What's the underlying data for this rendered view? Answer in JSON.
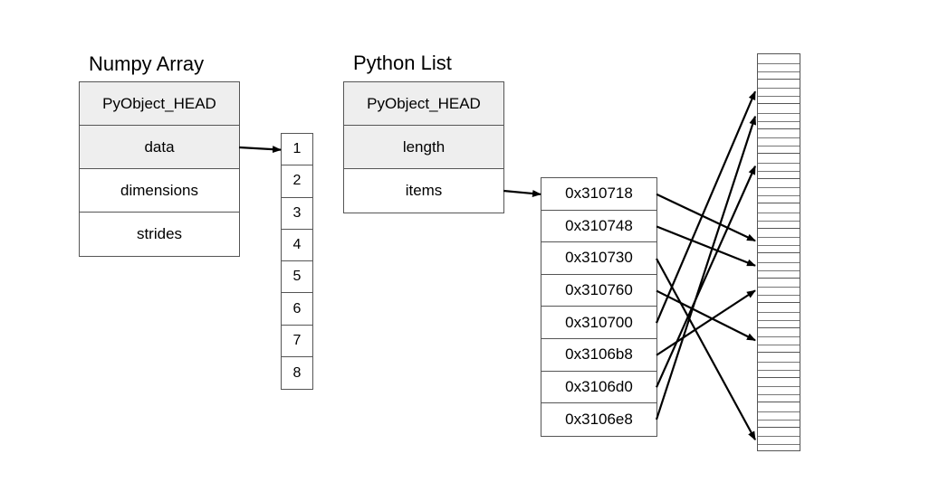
{
  "numpy_array": {
    "title": "Numpy Array",
    "fields": [
      "PyObject_HEAD",
      "data",
      "dimensions",
      "strides"
    ]
  },
  "data_buffer": {
    "values": [
      "1",
      "2",
      "3",
      "4",
      "5",
      "6",
      "7",
      "8"
    ]
  },
  "python_list": {
    "title": "Python List",
    "fields": [
      "PyObject_HEAD",
      "length",
      "items"
    ]
  },
  "pointers": {
    "addresses": [
      "0x310718",
      "0x310748",
      "0x310730",
      "0x310760",
      "0x310700",
      "0x3106b8",
      "0x3106d0",
      "0x3106e8"
    ]
  },
  "python_objects": {
    "count": 16
  },
  "edges": [
    {
      "from": "numpy.data",
      "to": "buffer.1"
    },
    {
      "from": "list.items",
      "to": "pointer.0x310718"
    },
    {
      "from": "pointer.0x310718",
      "to": "object.7"
    },
    {
      "from": "pointer.0x310748",
      "to": "object.8"
    },
    {
      "from": "pointer.0x310730",
      "to": "object.15"
    },
    {
      "from": "pointer.0x310760",
      "to": "object.11"
    },
    {
      "from": "pointer.0x310700",
      "to": "object.1"
    },
    {
      "from": "pointer.0x3106b8",
      "to": "object.9"
    },
    {
      "from": "pointer.0x3106d0",
      "to": "object.4"
    },
    {
      "from": "pointer.0x3106e8",
      "to": "object.2"
    }
  ]
}
